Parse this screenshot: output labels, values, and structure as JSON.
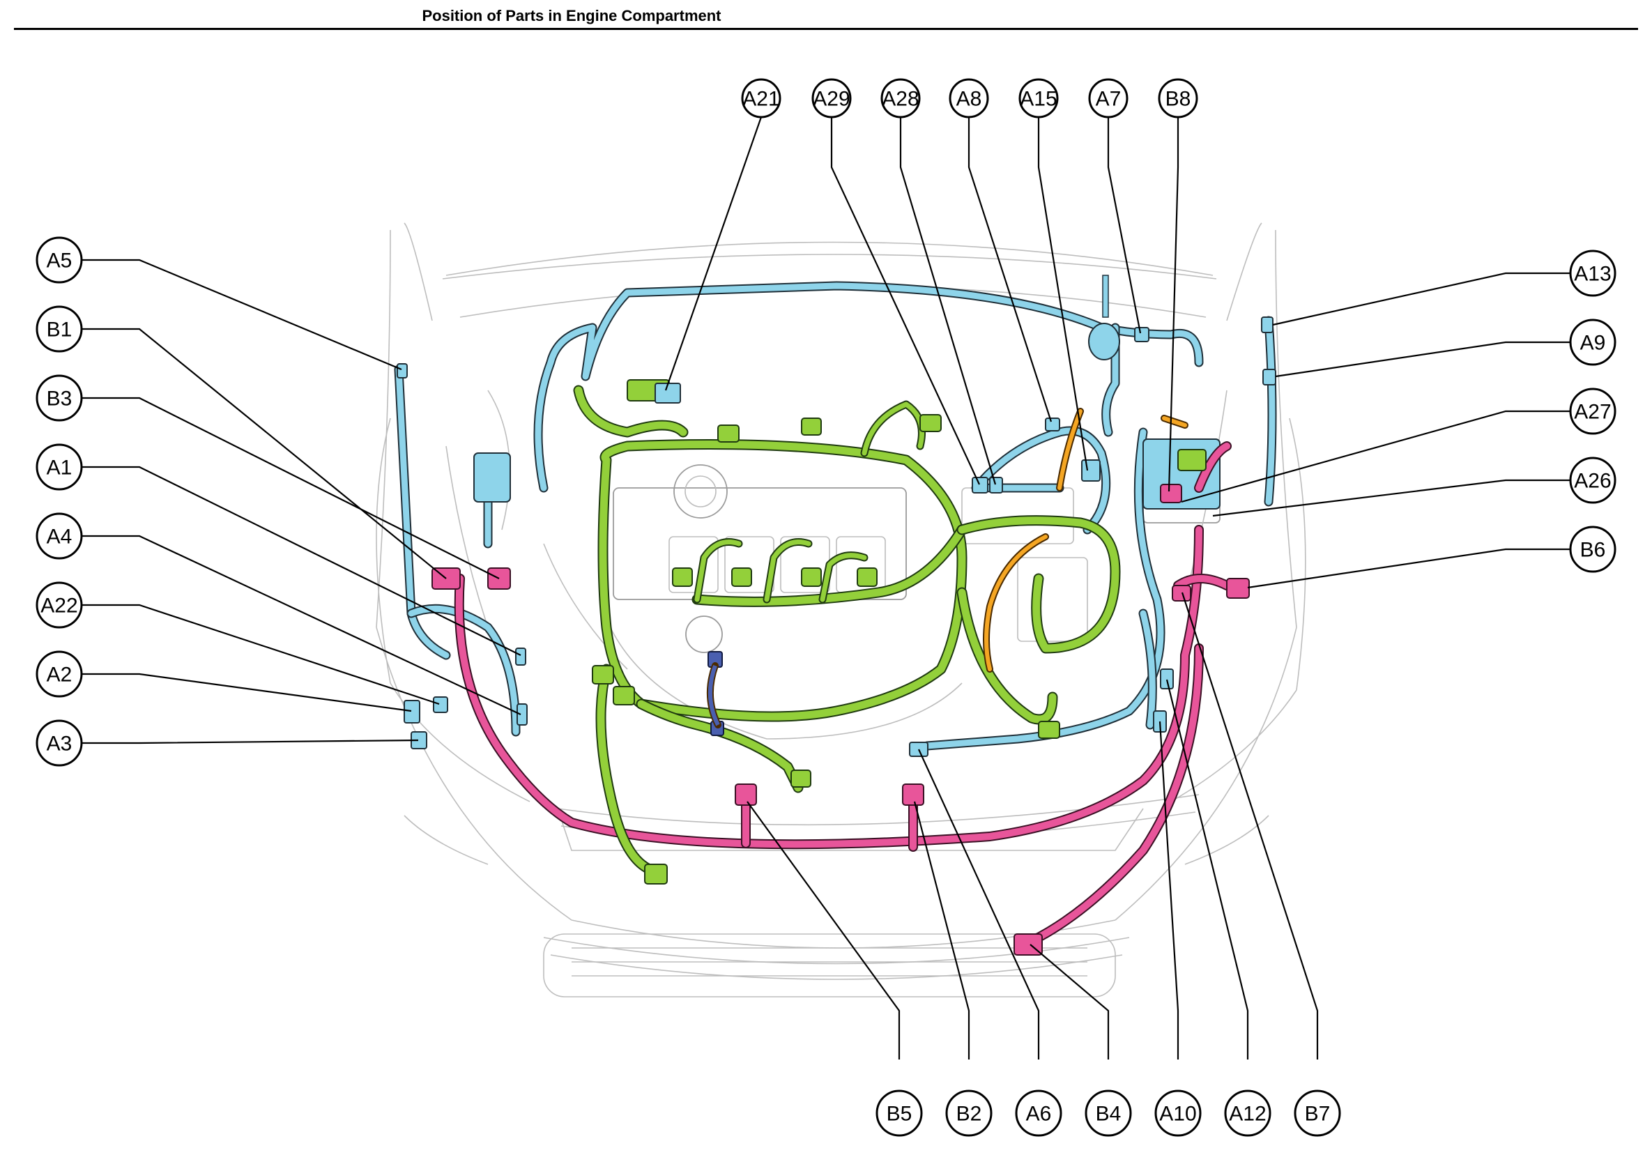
{
  "title": "Position of Parts in Engine Compartment",
  "colors": {
    "harness_blue": "#8ed4ea",
    "harness_green": "#93d03a",
    "harness_pink": "#e8559a",
    "harness_orange": "#f5a623",
    "connector_navy": "#4a5fb0"
  },
  "callouts": {
    "A21": "A21",
    "A29": "A29",
    "A28": "A28",
    "A8": "A8",
    "A15": "A15",
    "A7": "A7",
    "B8": "B8",
    "A5": "A5",
    "B1": "B1",
    "B3": "B3",
    "A1": "A1",
    "A4": "A4",
    "A22": "A22",
    "A2": "A2",
    "A3": "A3",
    "A13": "A13",
    "A9": "A9",
    "A27": "A27",
    "A26": "A26",
    "B6": "B6",
    "B5": "B5",
    "B2": "B2",
    "A6": "A6",
    "B4": "B4",
    "A10": "A10",
    "A12": "A12",
    "B7": "B7"
  }
}
